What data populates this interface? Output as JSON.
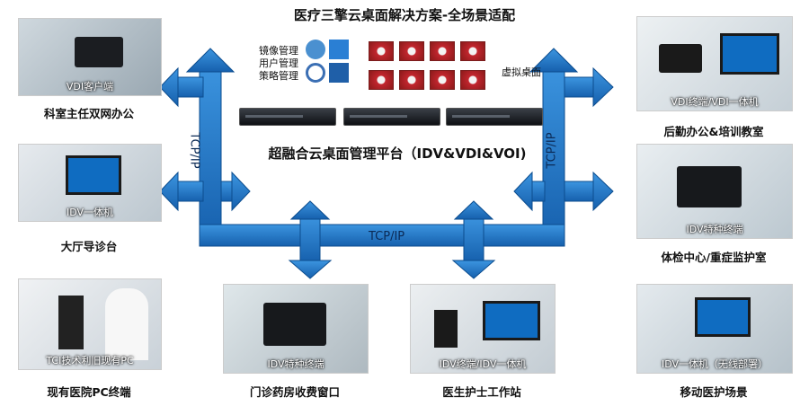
{
  "title": "医疗三擎云桌面解决方案-全场景适配",
  "platform": "超融合云桌面管理平台（IDV&VDI&VOI)",
  "management": {
    "line1": "镜像管理",
    "line2": "用户管理",
    "line3": "策略管理"
  },
  "virtual_desktop": "虚拟桌面",
  "protocol": "TCP/IP",
  "scenes": {
    "s1": {
      "caption": "VDI客户端",
      "label": "科室主任双网办公"
    },
    "s2": {
      "caption": "IDV一体机",
      "label": "大厅导诊台"
    },
    "s3": {
      "caption": "TCI技术利旧现有PC",
      "label": "现有医院PC终端"
    },
    "s4": {
      "caption": "IDV特种终端",
      "label": "门诊药房收费窗口"
    },
    "s5": {
      "caption": "IDV终端/IDV一体机",
      "label": "医生护士工作站"
    },
    "s6": {
      "caption": "IDV一体机（无线部署）",
      "label": "移动医护场景"
    },
    "s7": {
      "caption": "IDV特种终端",
      "label": "体检中心/重症监护室"
    },
    "s8": {
      "caption": "VDI终端/VDI一体机",
      "label": "后勤办公&培训教室"
    }
  },
  "colors": {
    "network": "#1f78c8",
    "network_edge": "#0c4d8f"
  }
}
